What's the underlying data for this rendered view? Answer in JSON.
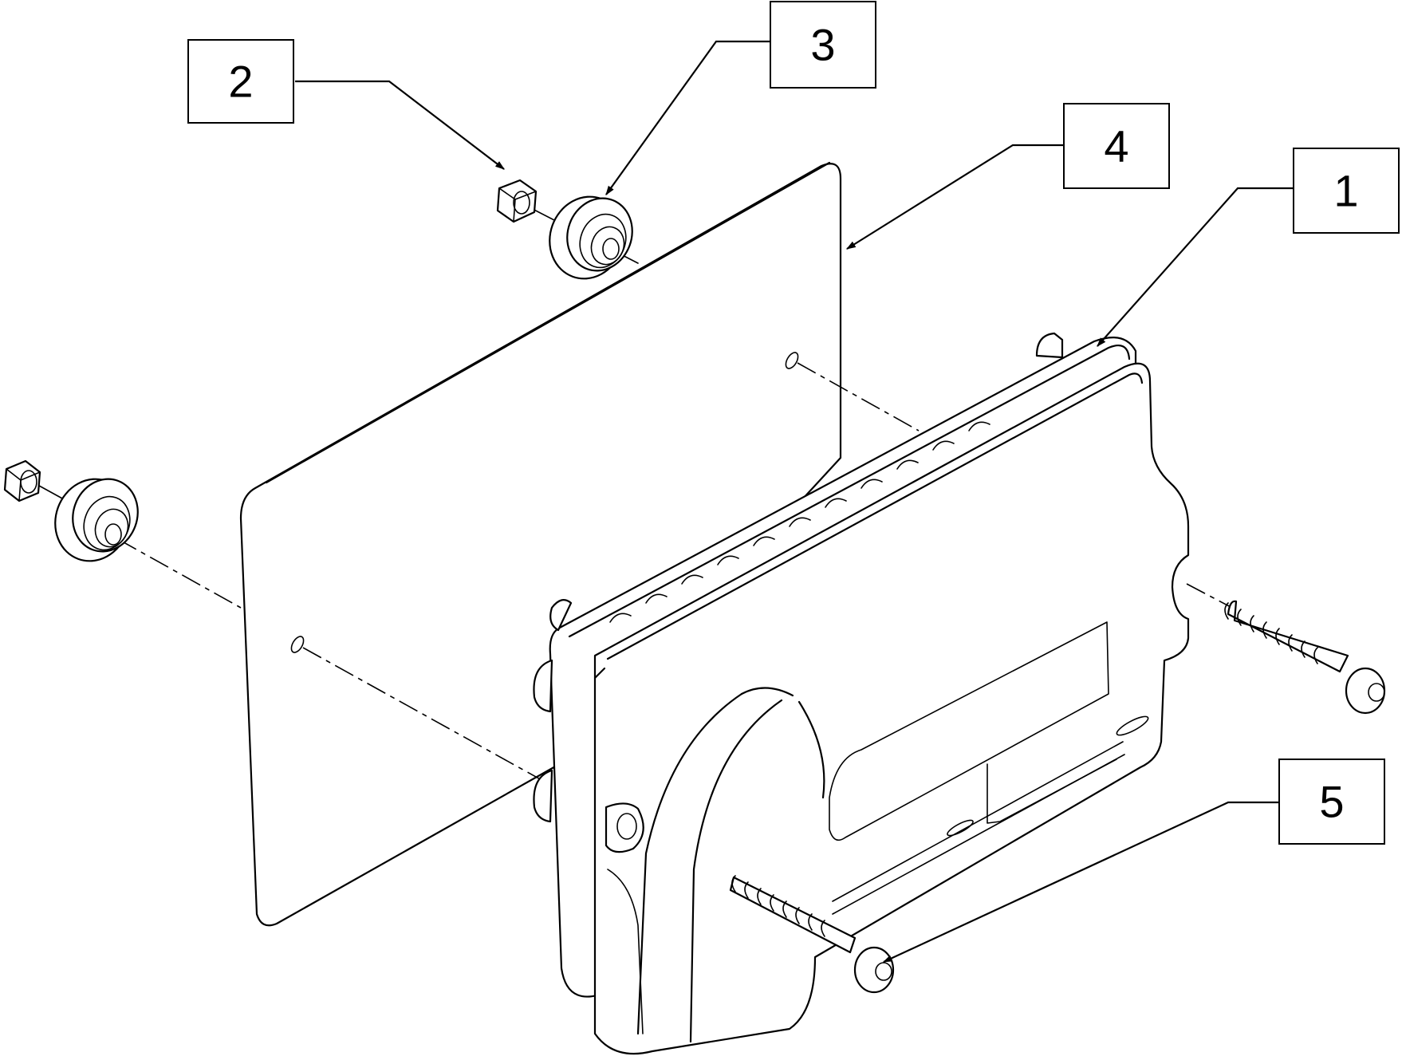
{
  "callouts": [
    {
      "id": "1",
      "label": "1"
    },
    {
      "id": "2",
      "label": "2"
    },
    {
      "id": "3",
      "label": "3"
    },
    {
      "id": "4",
      "label": "4"
    },
    {
      "id": "5",
      "label": "5"
    }
  ],
  "parts": {
    "1": "housing",
    "2": "nut",
    "3": "grommet",
    "4": "mounting-plate",
    "5": "screw"
  },
  "colors": {
    "line": "#000000",
    "background": "#ffffff"
  }
}
